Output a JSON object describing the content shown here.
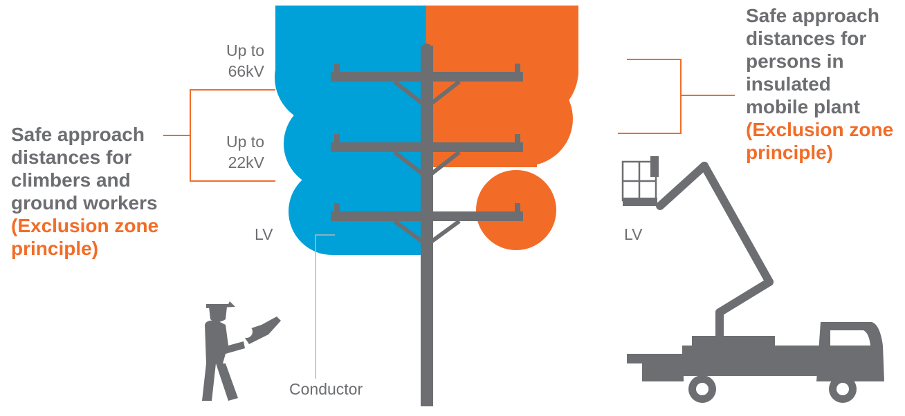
{
  "colors": {
    "blue": "#00a0d8",
    "orange": "#f26c27",
    "grey": "#6d6e71",
    "line": "#b8b8b8"
  },
  "left_panel": {
    "lines": [
      "Safe approach",
      "distances for",
      "climbers and",
      "ground workers"
    ],
    "highlight_lines": [
      "(Exclusion zone",
      "principle)"
    ]
  },
  "right_panel": {
    "lines": [
      "Safe approach",
      "distances for",
      "persons in",
      "insulated",
      "mobile plant"
    ],
    "highlight_lines": [
      "(Exclusion zone",
      "principle)"
    ]
  },
  "voltage_labels": {
    "v66": [
      "Up to",
      "66kV"
    ],
    "v22": [
      "Up to",
      "22kV"
    ],
    "lv_left": "LV",
    "lv_right": "LV"
  },
  "conductor_label": "Conductor",
  "icons": {
    "worker": "worker-with-chainsaw-icon",
    "truck": "elevated-work-platform-truck-icon",
    "pole": "power-pole-icon"
  }
}
